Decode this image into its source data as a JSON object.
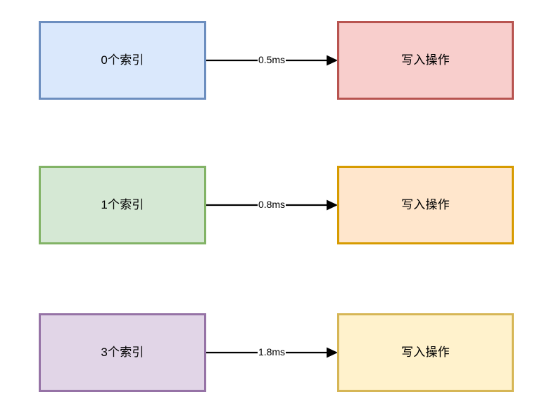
{
  "diagram": {
    "type": "flowchart",
    "orientation": "left-to-right",
    "background": "#ffffff",
    "edge_color": "#000000",
    "rows": [
      {
        "id": "row-0-index",
        "source": {
          "label": "0个索引",
          "fill": "#dae8fc",
          "stroke": "#6c8ebf"
        },
        "edge": {
          "label": "0.5ms",
          "arrowhead": "filled-triangle"
        },
        "target": {
          "label": "写入操作",
          "fill": "#f8cecc",
          "stroke": "#b85450"
        }
      },
      {
        "id": "row-1-index",
        "source": {
          "label": "1个索引",
          "fill": "#d5e8d4",
          "stroke": "#82b366"
        },
        "edge": {
          "label": "0.8ms",
          "arrowhead": "filled-triangle"
        },
        "target": {
          "label": "写入操作",
          "fill": "#ffe6cc",
          "stroke": "#d79b00"
        }
      },
      {
        "id": "row-3-index",
        "source": {
          "label": "3个索引",
          "fill": "#e1d5e7",
          "stroke": "#9673a6"
        },
        "edge": {
          "label": "1.8ms",
          "arrowhead": "filled-triangle"
        },
        "target": {
          "label": "写入操作",
          "fill": "#fff2cc",
          "stroke": "#d6b656"
        }
      }
    ]
  }
}
